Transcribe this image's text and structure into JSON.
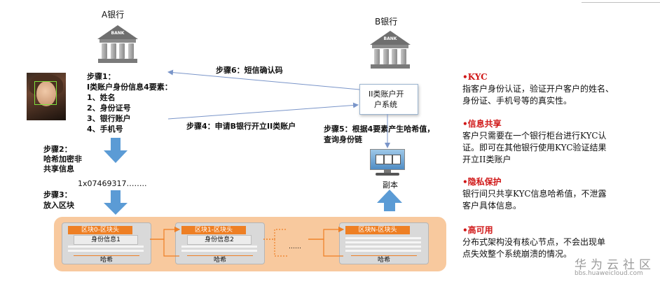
{
  "bank_a": {
    "label": "A银行",
    "sign": "BANK"
  },
  "bank_b": {
    "label": "B银行",
    "sign": "BANK"
  },
  "step1": {
    "title": "步骤1：",
    "subtitle": "I类账户身份信息4要素：",
    "items": [
      "1、姓名",
      "2、身份证号",
      "3、银行账户",
      "4、手机号"
    ]
  },
  "step2": {
    "line1": "步骤2：",
    "line2": "哈希加密非",
    "line3": "共享信息"
  },
  "hash_value": "1x07469317……..",
  "step3": {
    "line1": "步骤3：",
    "line2": "放入区块"
  },
  "step4": "步骤4：申请B银行开立II类账户",
  "step5": {
    "line1": "步骤5：根据4要素产生哈希值，",
    "line2": "查询身份链"
  },
  "step6": "步骤6：短信确认码",
  "system_box": {
    "line1": "II类账户开",
    "line2": "户系统"
  },
  "replica": "副本",
  "blocks": [
    {
      "header": "区块0-区块头",
      "body": "身份信息1",
      "footer": "哈希"
    },
    {
      "header": "区块1-区块头",
      "body": "身份信息2",
      "footer": "哈希"
    },
    {
      "header": "区块N-区块头",
      "body": "",
      "footer": "哈希"
    }
  ],
  "ellipsis": "……",
  "features": [
    {
      "title": "•KYC",
      "lines": [
        "指客户身份认证，验证开户客户的姓名、",
        "身份证、手机号等的真实性。"
      ]
    },
    {
      "title": "•信息共享",
      "lines": [
        "客户只需要在一个银行柜台进行KYC认",
        "证。即可在其他银行使用KYC验证结果",
        "开立II类账户"
      ]
    },
    {
      "title": "•隐私保护",
      "lines": [
        "银行间只共享KYC信息哈希值，不泄露",
        "客户具体信息。"
      ]
    },
    {
      "title": "•高可用",
      "lines": [
        "分布式架构没有核心节点，不会出现单",
        "点失效整个系统崩溃的情况。"
      ]
    }
  ],
  "watermark": {
    "text": "华为云社区",
    "url": "bbs.huaweicloud.com"
  },
  "colors": {
    "orange": "#ee7f24",
    "band": "#f8c99e",
    "arrow_blue": "#5b9bd5",
    "red": "#d01818"
  }
}
